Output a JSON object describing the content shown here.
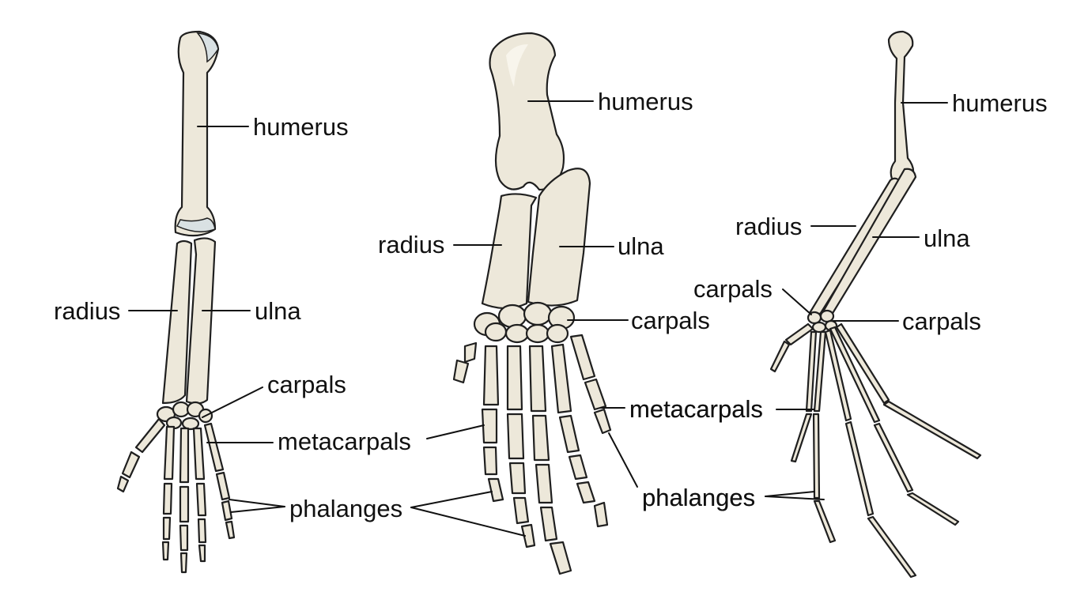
{
  "colors": {
    "bone_fill": "#ede8da",
    "bone_highlight": "#f8f5ec",
    "cartilage": "#d9e1e3",
    "outline": "#1f1f1f",
    "background": "#ffffff"
  },
  "diagrams": [
    {
      "labels": {
        "humerus": "humerus",
        "radius": "radius",
        "ulna": "ulna",
        "carpals": "carpals",
        "metacarpals": "metacarpals",
        "phalanges": "phalanges"
      }
    },
    {
      "labels": {
        "humerus": "humerus",
        "radius": "radius",
        "ulna": "ulna",
        "carpals": "carpals",
        "metacarpals": "metacarpals",
        "phalanges": "phalanges"
      }
    },
    {
      "labels": {
        "humerus": "humerus",
        "radius": "radius",
        "ulna": "ulna",
        "carpals_left": "carpals",
        "carpals_right": "carpals",
        "metacarpals": "metacarpals",
        "phalanges": "phalanges"
      }
    }
  ]
}
